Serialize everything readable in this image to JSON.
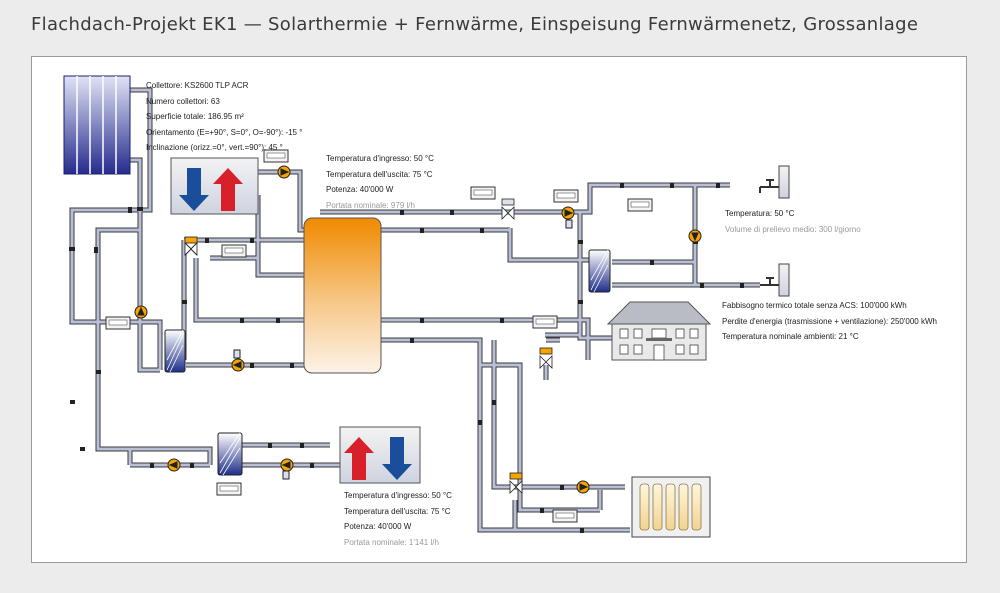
{
  "title": "Flachdach-Projekt EK1 — Solarthermie + Fernwärme, Einspeisung Fernwärmenetz, Grossanlage",
  "collector_info": [
    "Collettore: KS2600 TLP ACR",
    "Numero collettori: 63",
    "Superficie totale: 186.95 m²",
    "Orientamento (E=+90°, S=0°, O=-90°): -15 °",
    "Inclinazione (orizz.=0°, vert.=90°): 45 °"
  ],
  "heat_exchanger_top": {
    "lines": [
      "Temperatura d'ingresso: 50 °C",
      "Temperatura dell'uscita: 75 °C",
      "Potenza: 40'000 W"
    ],
    "nominal": "Portata nominale: 979 l/h"
  },
  "heat_exchanger_bottom": {
    "lines": [
      "Temperatura d'ingresso: 50 °C",
      "Temperatura dell'uscita: 75 °C",
      "Potenza: 40'000 W"
    ],
    "nominal": "Portata nominale: 1'141 l/h"
  },
  "hot_water": {
    "temperature": "Temperatura: 50 °C",
    "volume": "Volume di prelievo medio: 300 l/giorno"
  },
  "building": [
    "Fabbisogno termico totale senza ACS: 100'000 kWh",
    "Perdite d'energia (trasmissione + ventilazione): 250'000 kWh",
    "Temperatura nominale ambienti: 21 °C"
  ],
  "colors": {
    "pipe": "#b9bfd6",
    "pipe_outline": "#3b3b3b",
    "hot_arrow": "#d8202a",
    "cold_arrow": "#1a4e9a",
    "collector": "#2a2f8f",
    "tank_top": "#f08a00",
    "pump": "#f6a400"
  }
}
